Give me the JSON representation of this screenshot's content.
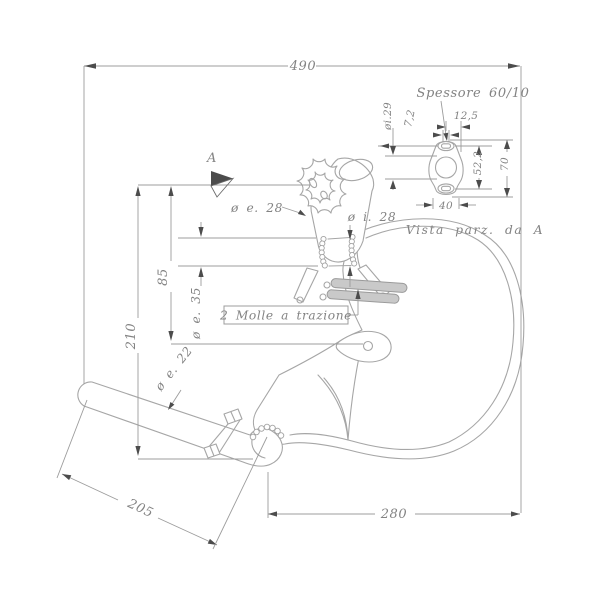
{
  "drawing": {
    "view_marker": "A",
    "view_caption": "Vista parz. da A",
    "dimensions": {
      "overall_length": "490",
      "overall_height": "210",
      "inlet_to_bracket_height": "85",
      "tail_pipe_length": "205",
      "body_length": "280"
    },
    "diameter_labels": {
      "header_outer": "ø e. 28",
      "inlet_inner": "ø i. 28",
      "sleeve_outer": "ø e. 35",
      "tail_outer": "ø e. 22"
    },
    "annotations": {
      "springs_note": "2 Molle a trazione",
      "thickness_note": "Spessore 60/10"
    },
    "flange_detail": {
      "hole_diameter": "øi.29",
      "slot_width": "7,2",
      "slot_offset": "12,5",
      "slot_distance": "52,2",
      "flange_height": "70",
      "flange_width": "40"
    },
    "colors": {
      "background": "#ffffff",
      "drawing_line": "#a6a6a6",
      "dimension_line": "#9c9c9c",
      "arrow": "#4c4c4c",
      "text": "#838383",
      "spring_fill": "#c9c9c9"
    }
  }
}
